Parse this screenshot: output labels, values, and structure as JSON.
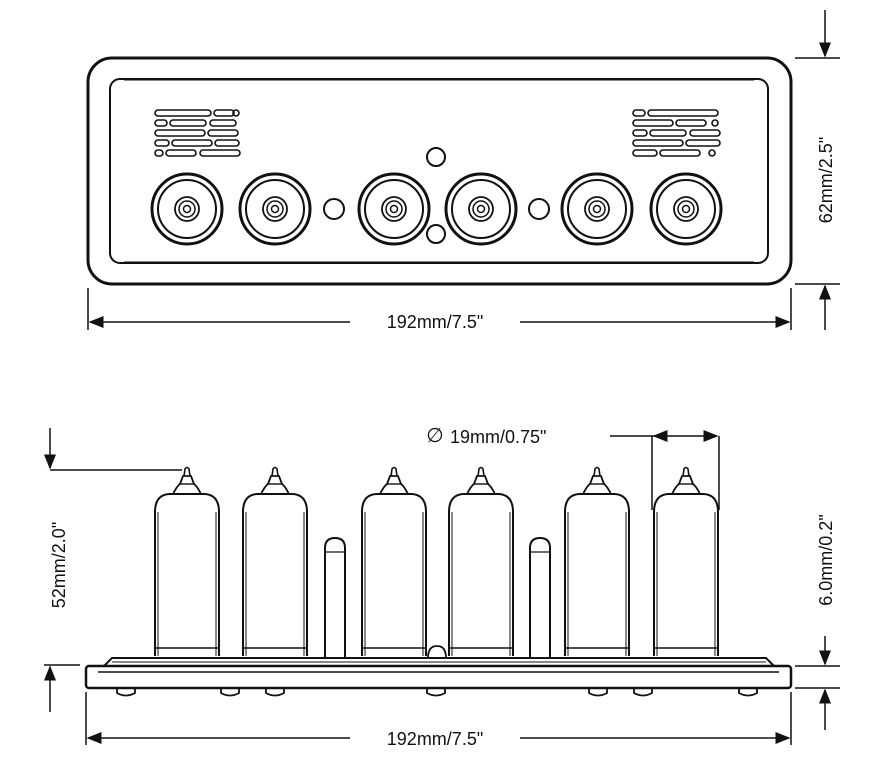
{
  "diagram": {
    "title": "",
    "top_view": {
      "width_label": "192mm/7.5\"",
      "height_label": "62mm/2.5\""
    },
    "side_view": {
      "width_label": "192mm/7.5\"",
      "tube_height_label": "52mm/2.0\"",
      "base_thickness_label": "6.0mm/0.2\"",
      "tube_diameter_symbol": "∅",
      "tube_diameter_label": "19mm/0.75\""
    },
    "tube_count": 6,
    "indicator_count": 2
  },
  "colors": {
    "stroke": "#111111",
    "background": "#ffffff"
  }
}
